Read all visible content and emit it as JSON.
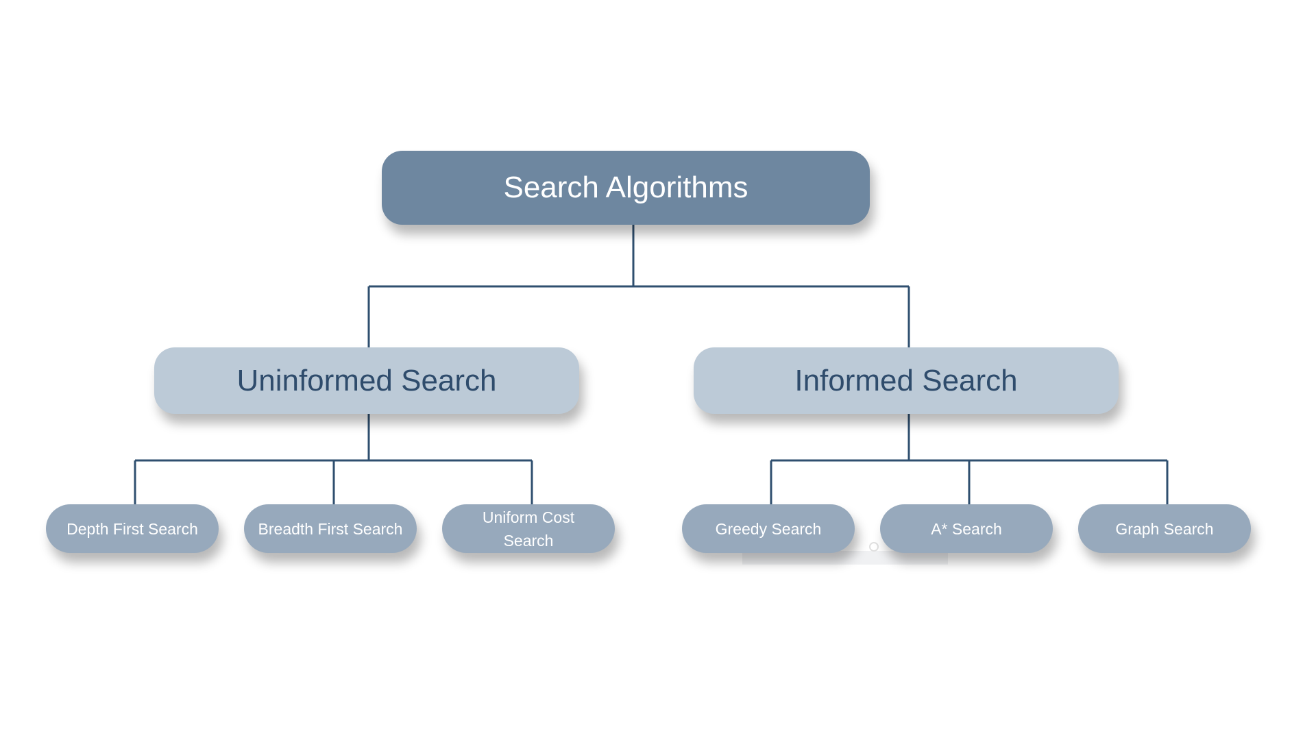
{
  "diagram": {
    "root": {
      "label": "Search Algorithms"
    },
    "categories": [
      {
        "label": "Uninformed Search",
        "children": [
          "Depth First Search",
          "Breadth First Search",
          "Uniform Cost Search"
        ]
      },
      {
        "label": "Informed Search",
        "children": [
          "Greedy Search",
          "A* Search",
          "Graph Search"
        ]
      }
    ]
  },
  "colors": {
    "root_fill": "#6e87a0",
    "category_fill": "#bccad7",
    "category_text": "#2f4c6c",
    "leaf_fill": "#97a9bc",
    "connector": "#2f4f6f"
  }
}
